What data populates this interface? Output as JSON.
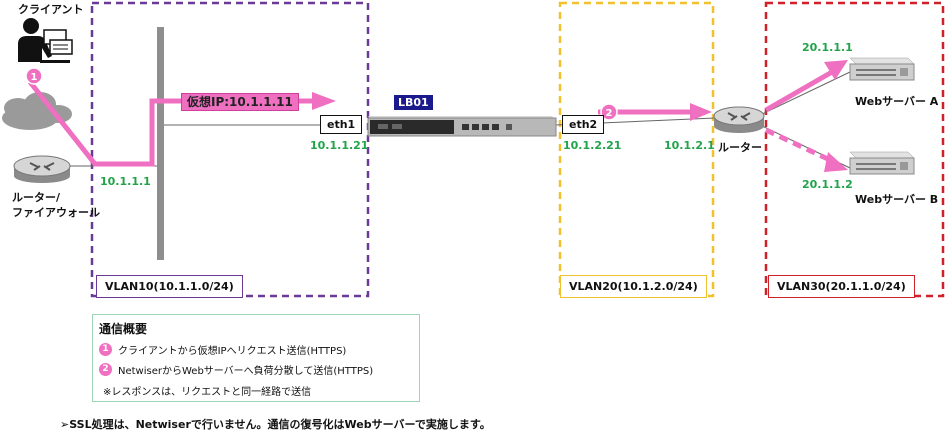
{
  "client_label": "クライアント",
  "router_fw_label_1": "ルーター/",
  "router_fw_label_2": "ファイアウォール",
  "router_fw_ip": "10.1.1.1",
  "virtual_ip_label": "仮想IP:10.1.1.11",
  "lb_label": "LB01",
  "eth1_label": "eth1",
  "eth1_ip": "10.1.1.21",
  "eth2_label": "eth2",
  "eth2_ip": "10.1.2.21",
  "router_label": "ルーター",
  "router_ip": "10.1.2.1",
  "server_a_ip": "20.1.1.1",
  "server_a_label": "Webサーバー A",
  "server_b_ip": "20.1.1.2",
  "server_b_label": "Webサーバー B",
  "vlan10": "VLAN10(10.1.1.0/24)",
  "vlan20": "VLAN20(10.1.2.0/24)",
  "vlan30": "VLAN30(20.1.1.0/24)",
  "step1_num": "1",
  "step2_num": "2",
  "summary": {
    "title": "通信概要",
    "step1": "クライアントから仮想IPへリクエスト送信(HTTPS)",
    "step2": "NetwiserからWebサーバーへ負荷分散して送信(HTTPS)",
    "note": "※レスポンスは、リクエストと同一経路で送信"
  },
  "bottom_note": "➢SSL処理は、Netwiserで行いません。通信の復号化はWebサーバーで実施します。",
  "colors": {
    "vlan10": "#6b3a97",
    "vlan20": "#f2c12e",
    "vlan30": "#d0202a",
    "flow": "#ef6fc1",
    "ip_text": "#21a34a",
    "lb_badge": "#1a1a8c"
  }
}
